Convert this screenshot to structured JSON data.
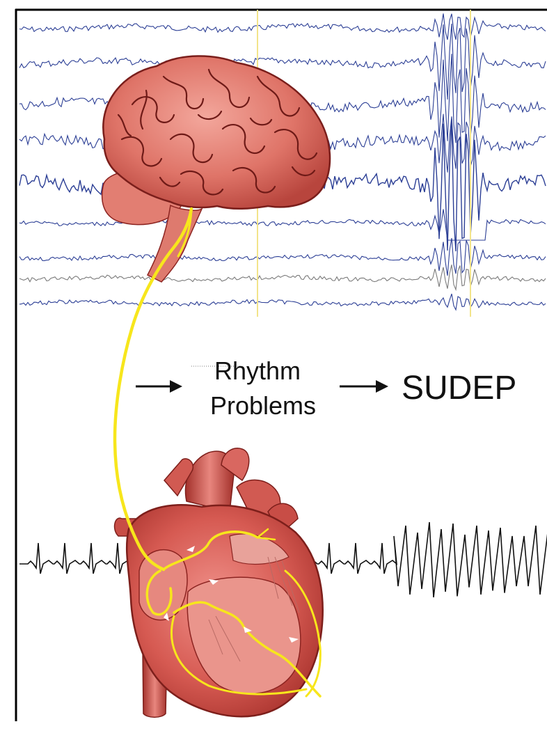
{
  "labels": {
    "rhythm_line1": "Rhythm",
    "rhythm_line2": "Problems",
    "outcome": "SUDEP"
  },
  "colors": {
    "eeg_trace": "#2b3e95",
    "eeg_grey_trace": "#7a7a7a",
    "cursor_line": "#f2e48a",
    "nerve": "#f7e61c",
    "organ_red": "#d9675f",
    "organ_dark": "#8c2421",
    "ecg_trace": "#111111",
    "border": "#000000"
  },
  "icons": [
    "brain-icon",
    "heart-icon",
    "arrow-right-icon"
  ]
}
